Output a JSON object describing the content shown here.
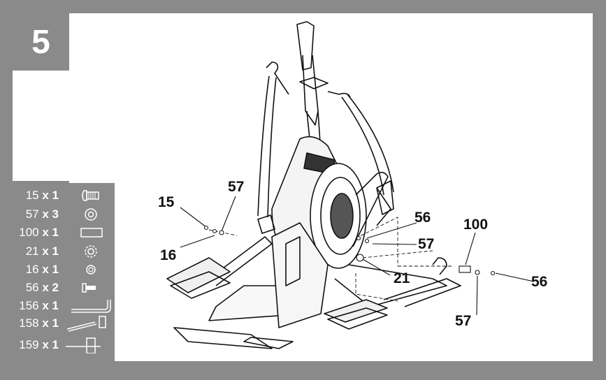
{
  "step": {
    "number": "5"
  },
  "parts": [
    {
      "part": "15",
      "qty": "x 1",
      "icon": "bolt-icon"
    },
    {
      "part": "57",
      "qty": "x 3",
      "icon": "washer-icon"
    },
    {
      "part": "100",
      "qty": "x 1",
      "icon": "sleeve-icon"
    },
    {
      "part": "21",
      "qty": "x 1",
      "icon": "nut-icon"
    },
    {
      "part": "16",
      "qty": "x 1",
      "icon": "spring-washer-icon"
    },
    {
      "part": "56",
      "qty": "x 2",
      "icon": "screw-icon"
    },
    {
      "part": "156",
      "qty": "x 1",
      "icon": "allen-key-icon"
    },
    {
      "part": "158",
      "qty": "x 1",
      "icon": "wrench-icon"
    },
    {
      "part": "159",
      "qty": "x 1",
      "icon": "screwdriver-icon"
    }
  ],
  "callouts": {
    "c15": "15",
    "c57a": "57",
    "c16": "16",
    "c56a": "56",
    "c57b": "57",
    "c100": "100",
    "c21": "21",
    "c56b": "56",
    "c57c": "57"
  },
  "colors": {
    "frame": "#8a8a8a",
    "line": "#111111"
  }
}
